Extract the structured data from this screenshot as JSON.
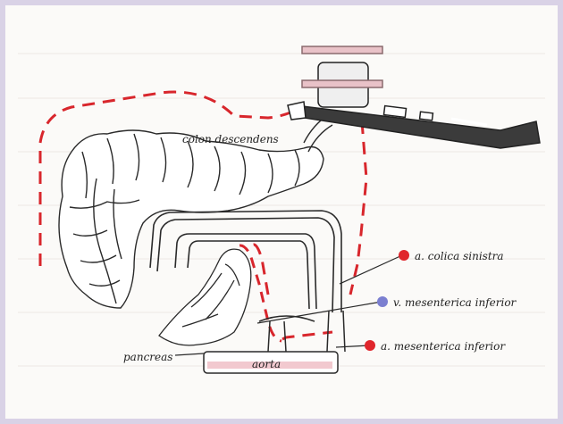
{
  "labels": {
    "colon": "colon descendens",
    "pancreas": "pancreas",
    "aorta": "aorta",
    "artery_left_colic": "a. colica sinistra",
    "vein_mesenteric": "v. mesenterica inferior",
    "artery_mesenteric": "a. mesenterica inferior"
  },
  "colors": {
    "frame": "#d9d2e6",
    "dashed_line": "#d8262c",
    "artery_dot": "#e0262c",
    "vein_dot": "#7b7fd0",
    "vessel_fill": "#f2c9cf"
  }
}
